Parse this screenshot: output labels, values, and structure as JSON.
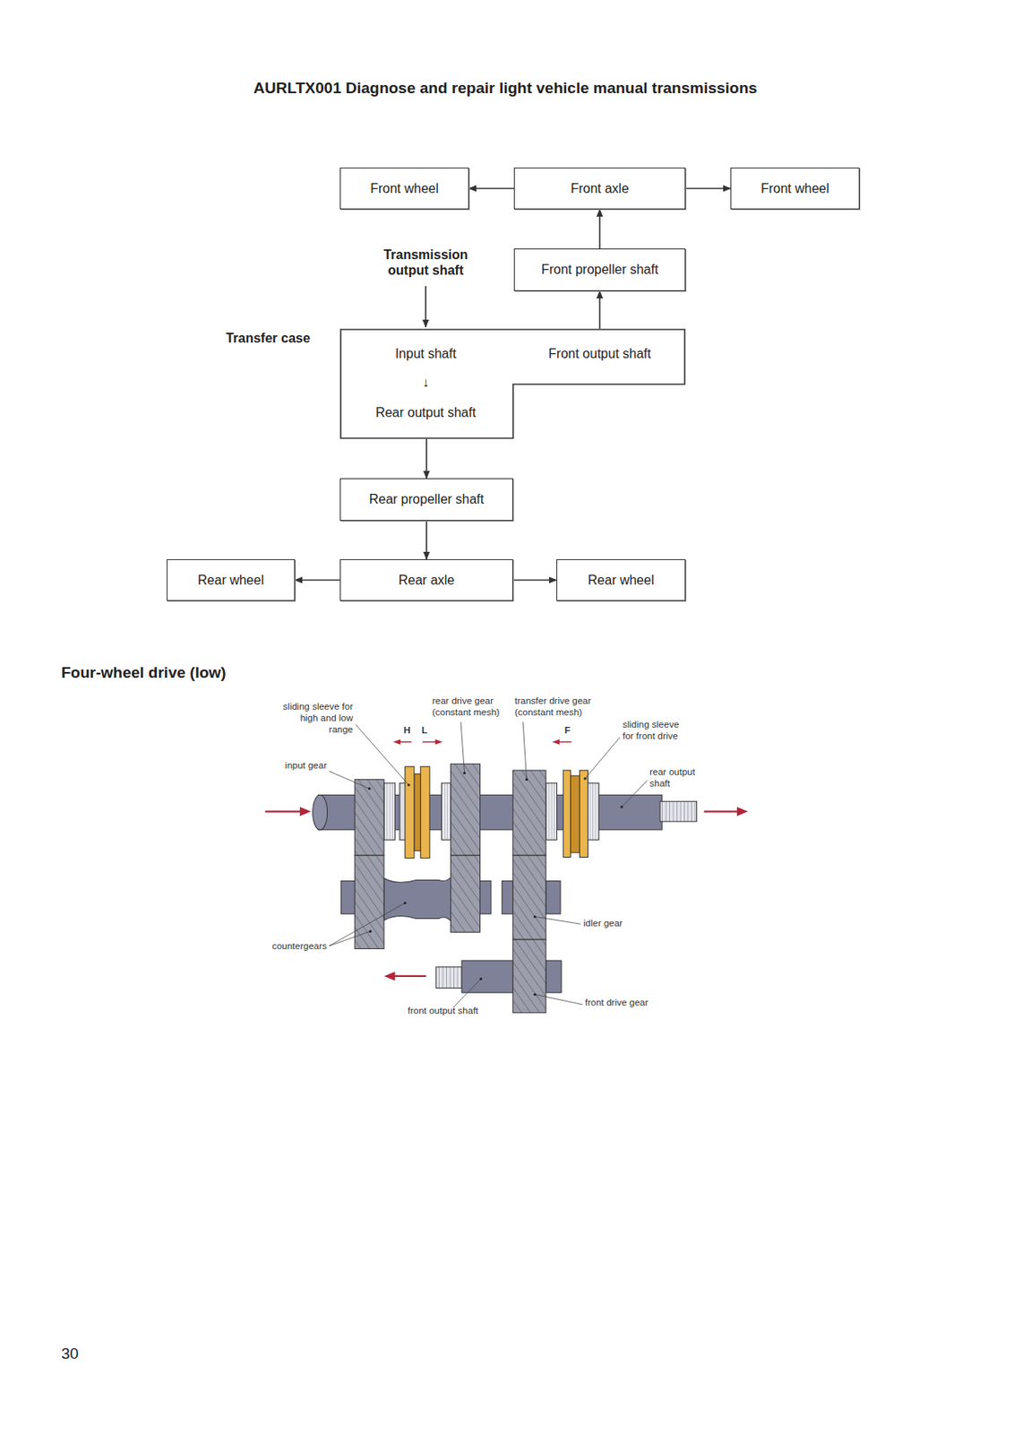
{
  "diagram": {
    "title": "AURLTX001 Diagnose and repair light vehicle manual transmissions",
    "nodes": [
      {
        "text": [
          "Front wheel"
        ]
      },
      {
        "text": [
          "Front axle"
        ]
      },
      {
        "text": [
          "Front wheel"
        ]
      },
      {
        "text": [
          "Front propeller shaft"
        ]
      },
      {
        "text": [
          "Transfer case",
          "Input shaft",
          "↓",
          "Rear output shaft",
          "Front output shaft"
        ]
      },
      {
        "text": [
          "Rear propeller shaft"
        ]
      },
      {
        "text": [
          "Rear wheel"
        ]
      },
      {
        "text": [
          "Rear axle"
        ]
      },
      {
        "text": [
          "Rear wheel"
        ]
      }
    ],
    "edges": [
      {
        "from": 1,
        "to": 0,
        "arrow": "to"
      },
      {
        "from": 1,
        "to": 2,
        "arrow": "to"
      },
      {
        "from": 3,
        "to": 1,
        "arrow": "to"
      },
      {
        "from": 4,
        "to": 3,
        "arrow": "to"
      },
      {
        "from": 4,
        "to": 5,
        "arrow": "to"
      },
      {
        "from": 5,
        "to": 7,
        "arrow": "to"
      },
      {
        "from": 7,
        "to": 6,
        "arrow": "to"
      },
      {
        "from": 7,
        "to": 8,
        "arrow": "to"
      }
    ],
    "labels": [
      "Transmission output shaft",
      "Four-wheel drive (low)",
      "sliding sleeve for high and low range",
      "rear drive gear (constant mesh)",
      "transfer drive gear (constant mesh)",
      "H",
      "L",
      "F",
      "sliding sleeve for front drive",
      "input gear",
      "rear output shaft",
      "idler gear",
      "countergears",
      "front output shaft",
      "front drive gear",
      "30"
    ]
  }
}
